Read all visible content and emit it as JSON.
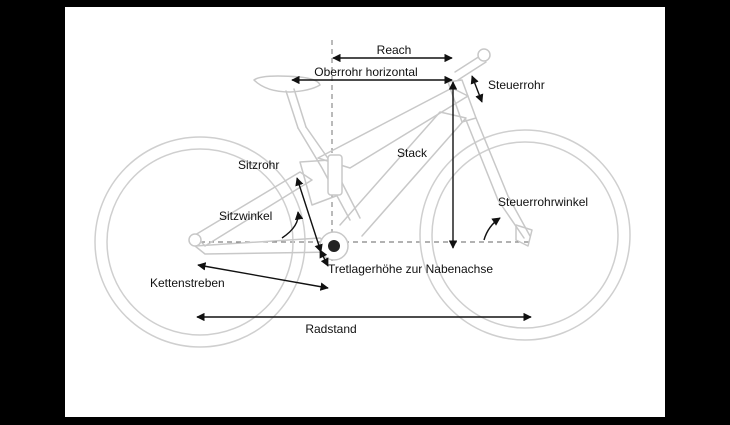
{
  "labels": {
    "reach": "Reach",
    "top_tube_horizontal": "Oberrohr horizontal",
    "head_tube": "Steuerrohr",
    "stack": "Stack",
    "seat_tube": "Sitzrohr",
    "seat_angle": "Sitzwinkel",
    "head_angle": "Steuerrohrwinkel",
    "bb_height": "Tretlagerhöhe zur Nabenachse",
    "chainstays": "Kettenstreben",
    "wheelbase": "Radstand"
  },
  "colors": {
    "background": "#000000",
    "panel": "#ffffff",
    "bike_outline": "#c8c8c8",
    "dimension_arrows": "#111111"
  }
}
